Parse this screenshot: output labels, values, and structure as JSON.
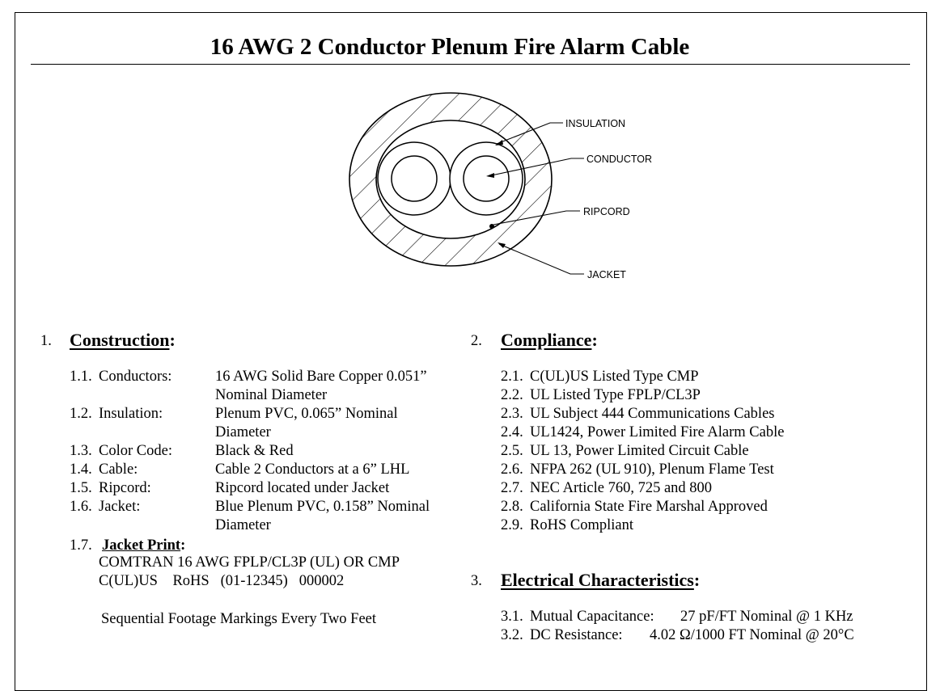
{
  "title": "16 AWG 2 Conductor Plenum Fire Alarm Cable",
  "diagram": {
    "labels": {
      "insulation": "INSULATION",
      "conductor": "CONDUCTOR",
      "ripcord": "RIPCORD",
      "jacket": "JACKET"
    }
  },
  "construction": {
    "number": "1.",
    "heading": "Construction",
    "colon": ":",
    "items": [
      {
        "num": "1.1.",
        "label": "Conductors:",
        "line1": "16 AWG Solid Bare Copper 0.051”",
        "line2": "Nominal Diameter"
      },
      {
        "num": "1.2.",
        "label": "Insulation:",
        "line1": "Plenum PVC, 0.065” Nominal",
        "line2": "Diameter"
      },
      {
        "num": "1.3.",
        "label": "Color Code:",
        "line1": "Black & Red"
      },
      {
        "num": "1.4.",
        "label": "Cable:",
        "line1": "Cable 2 Conductors at a 6” LHL"
      },
      {
        "num": "1.5.",
        "label": "Ripcord:",
        "line1": "Ripcord located under Jacket"
      },
      {
        "num": "1.6.",
        "label": "Jacket:",
        "line1": "Blue Plenum PVC, 0.158” Nominal",
        "line2": "Diameter"
      }
    ],
    "jacket_print": {
      "num": "1.7.",
      "label": "Jacket Print",
      "colon": ":",
      "line1": "COMTRAN 16 AWG FPLP/CL3P (UL) OR CMP",
      "line2": "C(UL)US    RoHS   (01-12345)   000002",
      "line3": "Sequential Footage Markings Every Two Feet"
    }
  },
  "compliance": {
    "number": "2.",
    "heading": "Compliance",
    "colon": ":",
    "items": [
      {
        "num": "2.1.",
        "text": "C(UL)US Listed Type CMP"
      },
      {
        "num": "2.2.",
        "text": "UL Listed Type FPLP/CL3P"
      },
      {
        "num": "2.3.",
        "text": "UL Subject 444 Communications Cables"
      },
      {
        "num": "2.4.",
        "text": "UL1424, Power Limited Fire Alarm Cable"
      },
      {
        "num": "2.5.",
        "text": "UL 13, Power Limited Circuit Cable"
      },
      {
        "num": "2.6.",
        "text": "NFPA 262 (UL 910), Plenum Flame Test"
      },
      {
        "num": "2.7.",
        "text": "NEC Article 760, 725 and 800"
      },
      {
        "num": "2.8.",
        "text": "California State Fire Marshal Approved"
      },
      {
        "num": "2.9.",
        "text": "RoHS Compliant"
      }
    ]
  },
  "electrical": {
    "number": "3.",
    "heading": "Electrical Characteristics",
    "colon": ":",
    "items": [
      {
        "num": "3.1.",
        "label": "Mutual Capacitance:",
        "value": "27 pF/FT Nominal @ 1 KHz"
      },
      {
        "num": "3.2.",
        "label": "DC Resistance:",
        "value": "4.02 Ω/1000 FT Nominal @ 20°C"
      }
    ]
  }
}
